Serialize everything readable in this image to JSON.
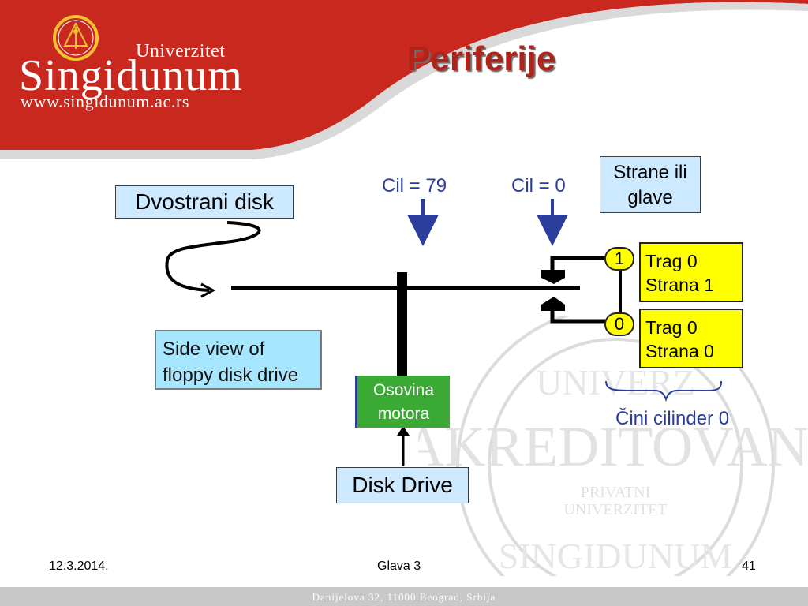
{
  "branding": {
    "university_word": "Univerzitet",
    "name": "Singidunum",
    "url": "www.singidunum.ac.rs",
    "primary_color": "#c8281e",
    "logo_icon": "crest-icon"
  },
  "slide": {
    "title": "Periferije"
  },
  "diagram": {
    "dvostrani_disk": "Dvostrani disk",
    "strane_ili_glave": "Strane ili glave",
    "cil_79": "Cil = 79",
    "cil_0": "Cil = 0",
    "side_view_line1": "Side view of",
    "side_view_line2": "floppy disk drive",
    "osovina_line1": "Osovina",
    "osovina_line2": "motora",
    "disk_drive": "Disk Drive",
    "head_1_label": "1",
    "head_0_label": "0",
    "trag1_line1": "Trag 0",
    "trag1_line2": "Strana  1",
    "trag0_line1": "Trag 0",
    "trag0_line2": "Strana 0",
    "cini_cilinder": "Čini cilinder 0"
  },
  "footer": {
    "date": "12.3.2014.",
    "chapter": "Glava 3",
    "page": "41",
    "address": "Danijelova 32, 11000 Beograd, Srbija"
  },
  "colors": {
    "label_blue_bg": "#cce9ff",
    "label_yellow_bg": "#ffff00",
    "shaft_green": "#3aaa35",
    "text_blue": "#2a3d9a",
    "title_red": "#b0231a"
  }
}
